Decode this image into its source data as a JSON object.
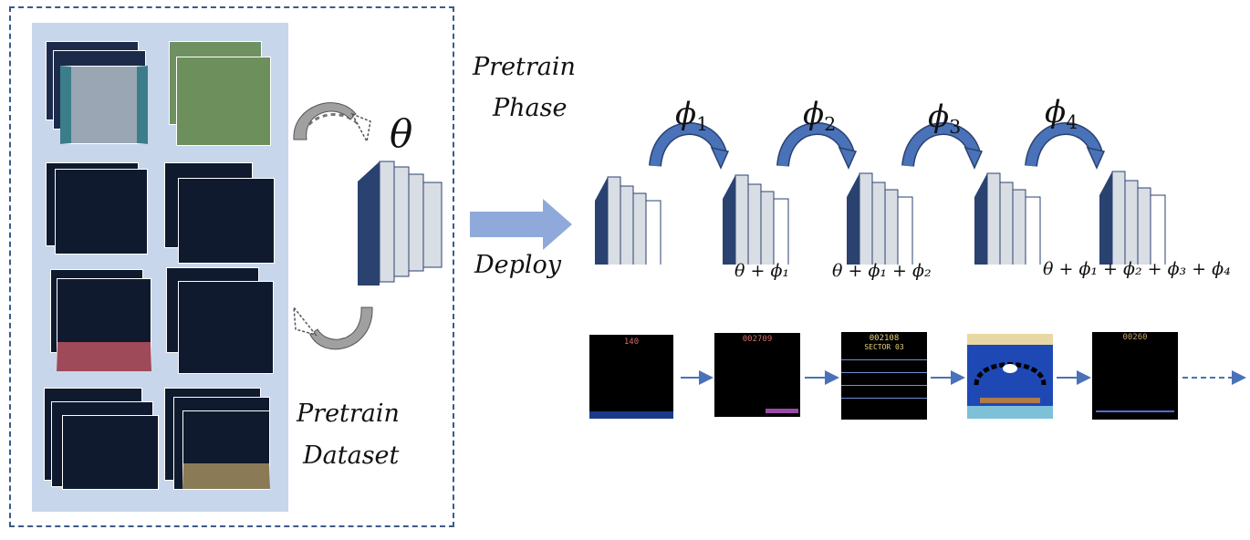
{
  "left_panel": {
    "pretrain_dataset_line1": "Pretrain",
    "pretrain_dataset_line2": "Dataset",
    "theta": "θ"
  },
  "middle": {
    "pretrain_phase_line1": "Pretrain",
    "pretrain_phase_line2": "Phase",
    "deploy": "Deploy"
  },
  "adapters": [
    {
      "symbol": "ϕ",
      "index": "1"
    },
    {
      "symbol": "ϕ",
      "index": "2"
    },
    {
      "symbol": "ϕ",
      "index": "3"
    },
    {
      "symbol": "ϕ",
      "index": "4"
    }
  ],
  "model_labels": [
    {
      "text": "θ + ϕ₁"
    },
    {
      "text": "θ + ϕ₁ + ϕ₂"
    },
    {
      "text": "θ + ϕ₁ + ϕ₂ + ϕ₃ + ϕ₄"
    }
  ],
  "game_strip": [
    {
      "score": "140"
    },
    {
      "score": "002709"
    },
    {
      "score": "002108",
      "sub": "SECTOR 03"
    },
    {
      "score": ""
    },
    {
      "score": "00260"
    }
  ],
  "colors": {
    "dash_border": "#3b5a8a",
    "dataset_bg": "#c8d6ec",
    "network_dark": "#2a4270",
    "network_face": "#d9dde4",
    "arrow_blue": "#4a72b8",
    "deploy_arrow": "#8fa9da",
    "cycle_arrow": "#9a9a9a"
  }
}
